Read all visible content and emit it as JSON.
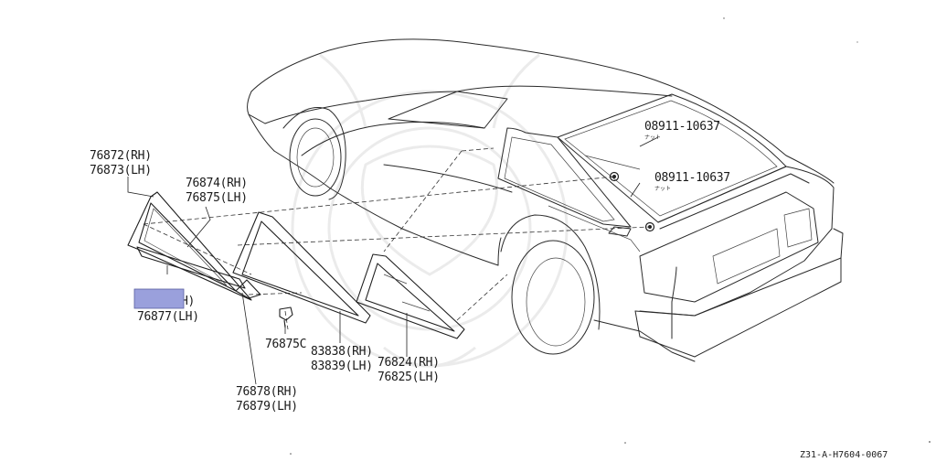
{
  "labels": {
    "p76872": "76872(RH)",
    "p76873": "76873(LH)",
    "p76874": "76874(RH)",
    "p76875": "76875(LH)",
    "p76876_partial": "H)",
    "p76877": "76877(LH)",
    "p76875c": "76875C",
    "p83838": "83838(RH)",
    "p83839": "83839(LH)",
    "p76824": "76824(RH)",
    "p76825": "76825(LH)",
    "p76878": "76878(RH)",
    "p76879": "76879(LH)",
    "nut1_part": "08911-10637",
    "nut1_sub": "ナット",
    "nut2_part": "08911-10637",
    "nut2_sub": "ナット",
    "diagram_code": "Z31-A-H7604-0067"
  },
  "colors": {
    "redaction_box": "#9aa0dc",
    "line": "#2a2a2a",
    "watermark": "#dcdcdc"
  }
}
